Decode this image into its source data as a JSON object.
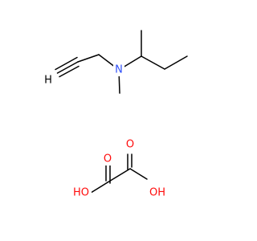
{
  "colors": {
    "background": "#ffffff",
    "bond": "#000000",
    "carbon": "#000000",
    "nitrogen": "#3050F8",
    "oxygen": "#FF0D0D"
  },
  "molecule": {
    "atoms": {
      "alkyne_h": "H",
      "nitrogen": "N",
      "oxygen_top_left": "O",
      "oxygen_top_right": "O",
      "hydroxyl_left": "HO",
      "hydroxyl_right": "OH"
    }
  }
}
